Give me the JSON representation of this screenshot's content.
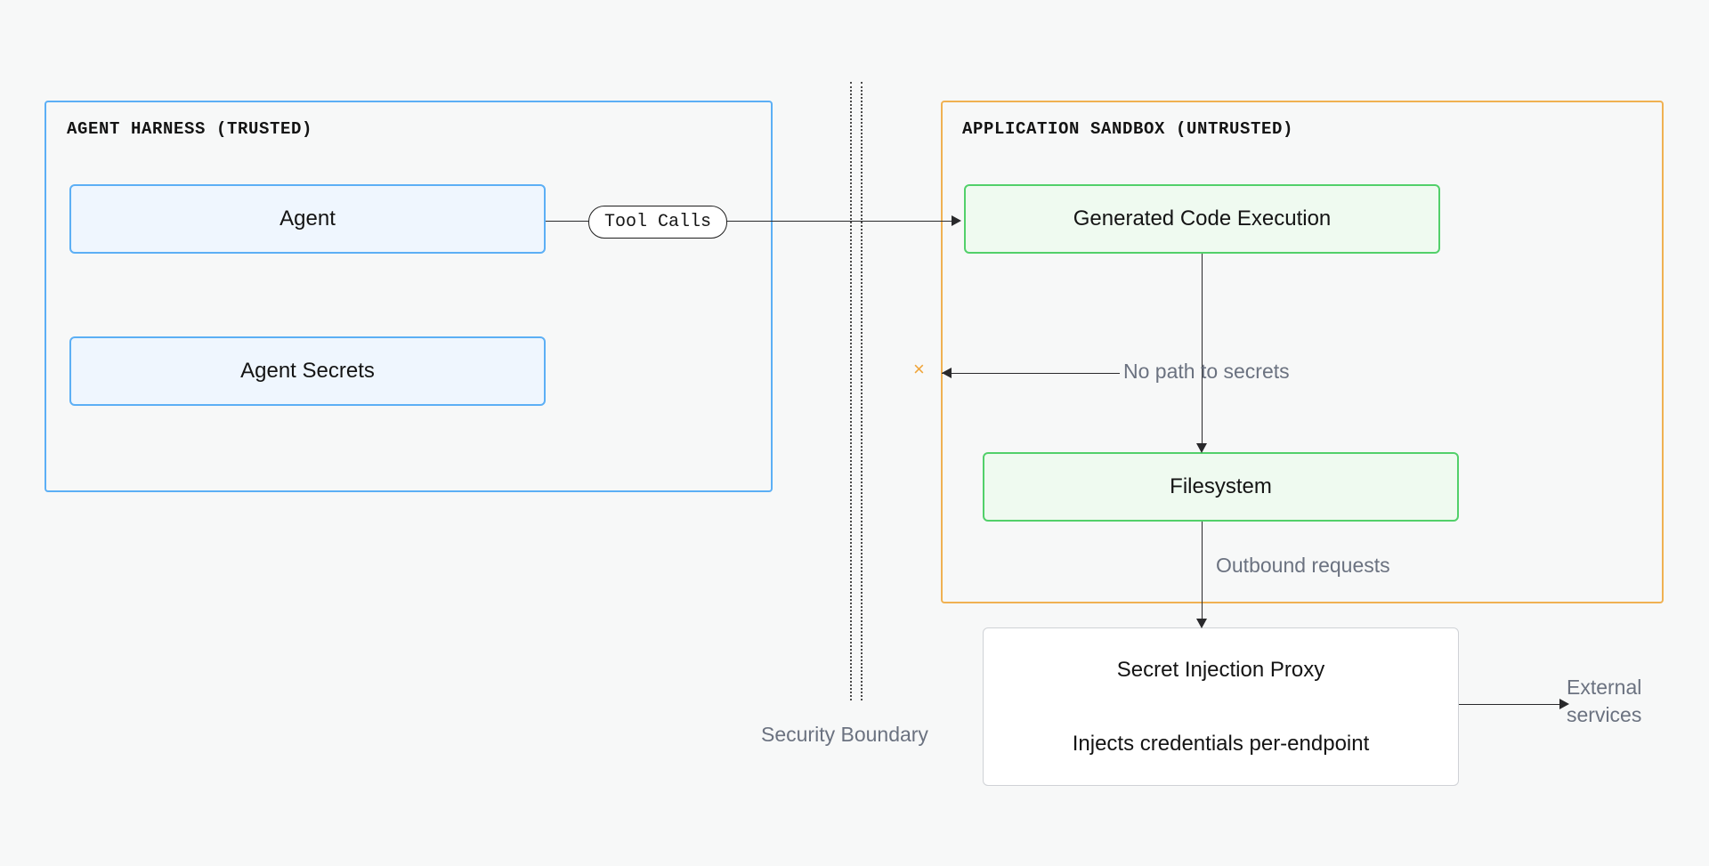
{
  "diagram": {
    "title": "Agent harness / application sandbox security boundary",
    "groups": [
      {
        "id": "agent-harness",
        "label": "AGENT HARNESS (TRUSTED)",
        "accent": "#5CAFF5"
      },
      {
        "id": "application-sandbox",
        "label": "APPLICATION SANDBOX (UNTRUSTED)",
        "accent": "#F0B152"
      }
    ],
    "nodes": [
      {
        "id": "agent",
        "label": "Agent",
        "group": "agent-harness",
        "fill": "#EFF6FE",
        "border": "#5CAFF5"
      },
      {
        "id": "agent-secrets",
        "label": "Agent Secrets",
        "group": "agent-harness",
        "fill": "#EFF6FE",
        "border": "#5CAFF5"
      },
      {
        "id": "code-execution",
        "label": "Generated Code Execution",
        "group": "application-sandbox",
        "fill": "#EFFAF0",
        "border": "#52D06A"
      },
      {
        "id": "filesystem",
        "label": "Filesystem",
        "group": "application-sandbox",
        "fill": "#EFFAF0",
        "border": "#52D06A"
      },
      {
        "id": "secret-proxy",
        "label": "Secret Injection Proxy",
        "sublabel": "Injects credentials per-endpoint",
        "group": "none",
        "fill": "#FFFFFF",
        "border": "#CFD2D6"
      }
    ],
    "edges": [
      {
        "id": "agent-to-code",
        "from": "agent",
        "to": "code-execution",
        "label": "Tool Calls",
        "style": "pill-label"
      },
      {
        "id": "code-to-filesystem",
        "from": "code-execution",
        "to": "filesystem",
        "label": "",
        "style": "solid-arrow"
      },
      {
        "id": "blocked-to-secrets",
        "from": "code-execution",
        "to": "agent-secrets",
        "label": "No path to secrets",
        "style": "blocked",
        "marker": "×",
        "marker_color": "#F0A53A"
      },
      {
        "id": "fs-to-proxy",
        "from": "filesystem",
        "to": "secret-proxy",
        "label": "Outbound requests",
        "style": "solid-arrow"
      },
      {
        "id": "proxy-to-external",
        "from": "secret-proxy",
        "to": "external",
        "label": "External services",
        "style": "solid-arrow"
      }
    ],
    "boundary": {
      "label": "Security Boundary",
      "style": "double-dotted",
      "color": "#4A4A4A"
    },
    "external": {
      "line1": "External",
      "line2": "services"
    },
    "colors": {
      "background": "#F7F8F8",
      "trusted_accent": "#5CAFF5",
      "untrusted_accent": "#F0B152",
      "sandbox_node": "#52D06A",
      "edge": "#29292B",
      "muted_text": "#6B7280",
      "blocked_marker": "#F0A53A"
    }
  }
}
